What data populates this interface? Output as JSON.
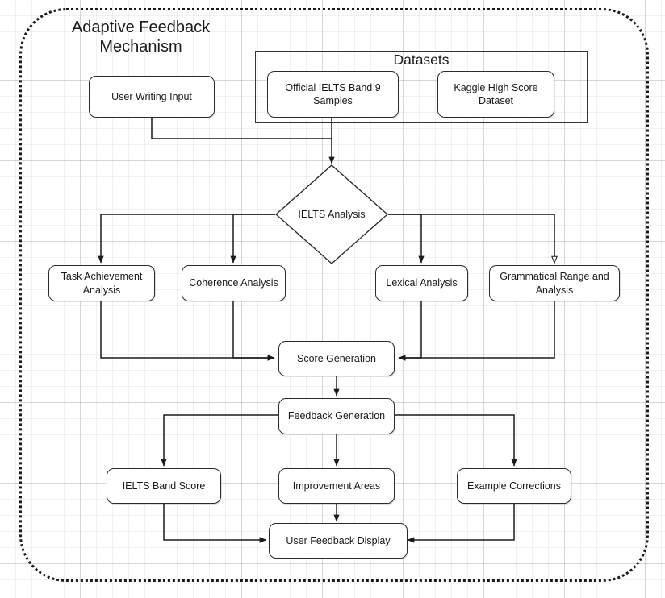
{
  "diagram": {
    "title": "Adaptive Feedback\nMechanism",
    "groups": [
      {
        "id": "datasets",
        "label": "Datasets"
      }
    ],
    "nodes": [
      {
        "id": "user-writing-input",
        "label": "User Writing Input",
        "shape": "rounded-rect"
      },
      {
        "id": "official-ielts-band9",
        "label": "Official IELTS Band 9\nSamples",
        "shape": "rounded-rect"
      },
      {
        "id": "kaggle-high-score",
        "label": "Kaggle High Score\nDataset",
        "shape": "rounded-rect"
      },
      {
        "id": "ielts-analysis",
        "label": "IELTS Analysis",
        "shape": "diamond"
      },
      {
        "id": "task-achievement",
        "label": "Task Achievement\nAnalysis",
        "shape": "rounded-rect"
      },
      {
        "id": "coherence-analysis",
        "label": "Coherence Analysis",
        "shape": "rounded-rect"
      },
      {
        "id": "lexical-analysis",
        "label": "Lexical Analysis",
        "shape": "rounded-rect"
      },
      {
        "id": "grammatical-range",
        "label": "Grammatical Range and\nAnalysis",
        "shape": "rounded-rect"
      },
      {
        "id": "score-generation",
        "label": "Score Generation",
        "shape": "rounded-rect"
      },
      {
        "id": "feedback-generation",
        "label": "Feedback Generation",
        "shape": "rounded-rect"
      },
      {
        "id": "ielts-band-score",
        "label": "IELTS Band Score",
        "shape": "rounded-rect"
      },
      {
        "id": "improvement-areas",
        "label": "Improvement Areas",
        "shape": "rounded-rect"
      },
      {
        "id": "example-corrections",
        "label": "Example Corrections",
        "shape": "rounded-rect"
      },
      {
        "id": "user-feedback-display",
        "label": "User Feedback Display",
        "shape": "rounded-rect"
      }
    ],
    "edges": [
      {
        "from": "user-writing-input",
        "to": "ielts-analysis",
        "arrow": "filled"
      },
      {
        "from": "official-ielts-band9",
        "to": "ielts-analysis",
        "arrow": "filled"
      },
      {
        "from": "ielts-analysis",
        "to": "task-achievement",
        "arrow": "filled"
      },
      {
        "from": "ielts-analysis",
        "to": "coherence-analysis",
        "arrow": "filled"
      },
      {
        "from": "ielts-analysis",
        "to": "lexical-analysis",
        "arrow": "filled"
      },
      {
        "from": "ielts-analysis",
        "to": "grammatical-range",
        "arrow": "hollow"
      },
      {
        "from": "task-achievement",
        "to": "score-generation",
        "arrow": "filled"
      },
      {
        "from": "coherence-analysis",
        "to": "score-generation",
        "arrow": "filled"
      },
      {
        "from": "lexical-analysis",
        "to": "score-generation",
        "arrow": "filled"
      },
      {
        "from": "grammatical-range",
        "to": "score-generation",
        "arrow": "filled"
      },
      {
        "from": "score-generation",
        "to": "feedback-generation",
        "arrow": "filled"
      },
      {
        "from": "feedback-generation",
        "to": "ielts-band-score",
        "arrow": "filled"
      },
      {
        "from": "feedback-generation",
        "to": "improvement-areas",
        "arrow": "filled"
      },
      {
        "from": "feedback-generation",
        "to": "example-corrections",
        "arrow": "filled"
      },
      {
        "from": "ielts-band-score",
        "to": "user-feedback-display",
        "arrow": "filled"
      },
      {
        "from": "improvement-areas",
        "to": "user-feedback-display",
        "arrow": "filled"
      },
      {
        "from": "example-corrections",
        "to": "user-feedback-display",
        "arrow": "filled"
      }
    ],
    "colors": {
      "node_border": "#2b2b2b",
      "node_fill": "#ffffff",
      "edge": "#1a1a1a",
      "text": "#1a1a1a",
      "boundary": "#1a1a1a",
      "grid": "#e8e8e8"
    }
  }
}
